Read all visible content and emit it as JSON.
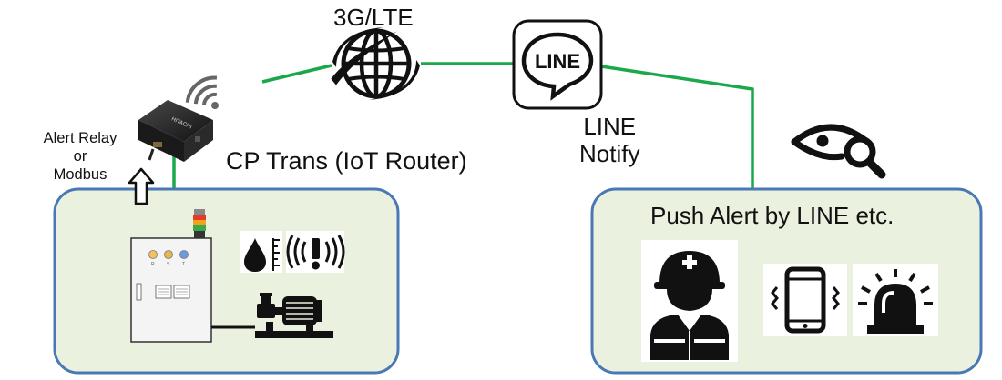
{
  "network": {
    "label": "3G/LTE",
    "icon": "globe-icon"
  },
  "line_service": {
    "logo_text": "LINE",
    "label_line1": "LINE",
    "label_line2": "Notify",
    "icon": "line-chat-icon"
  },
  "router": {
    "label": "CP Trans (IoT Router)",
    "brand": "HITACHI",
    "icon": "wifi-signal-icon"
  },
  "relay": {
    "line1": "Alert Relay",
    "line2": "or",
    "line3": "Modbus"
  },
  "control_panel": {
    "lamp_labels": [
      "R",
      "S",
      "T"
    ],
    "lamp_colors": [
      "#f5c15c",
      "#e8b64c",
      "#6a9be0"
    ]
  },
  "alert_box": {
    "label": "Push Alert by LINE etc."
  },
  "colors": {
    "connection": "#1aa84a",
    "box_border": "#4a78b5",
    "box_fill": "#eaf1de",
    "icon": "#111111"
  },
  "icons": [
    "oil-level-icon",
    "vibration-alert-icon",
    "pump-motor-icon",
    "signal-tower-icon",
    "upload-arrow-icon",
    "monitoring-eye-icon",
    "worker-icon",
    "vibrating-phone-icon",
    "rotating-beacon-icon"
  ]
}
